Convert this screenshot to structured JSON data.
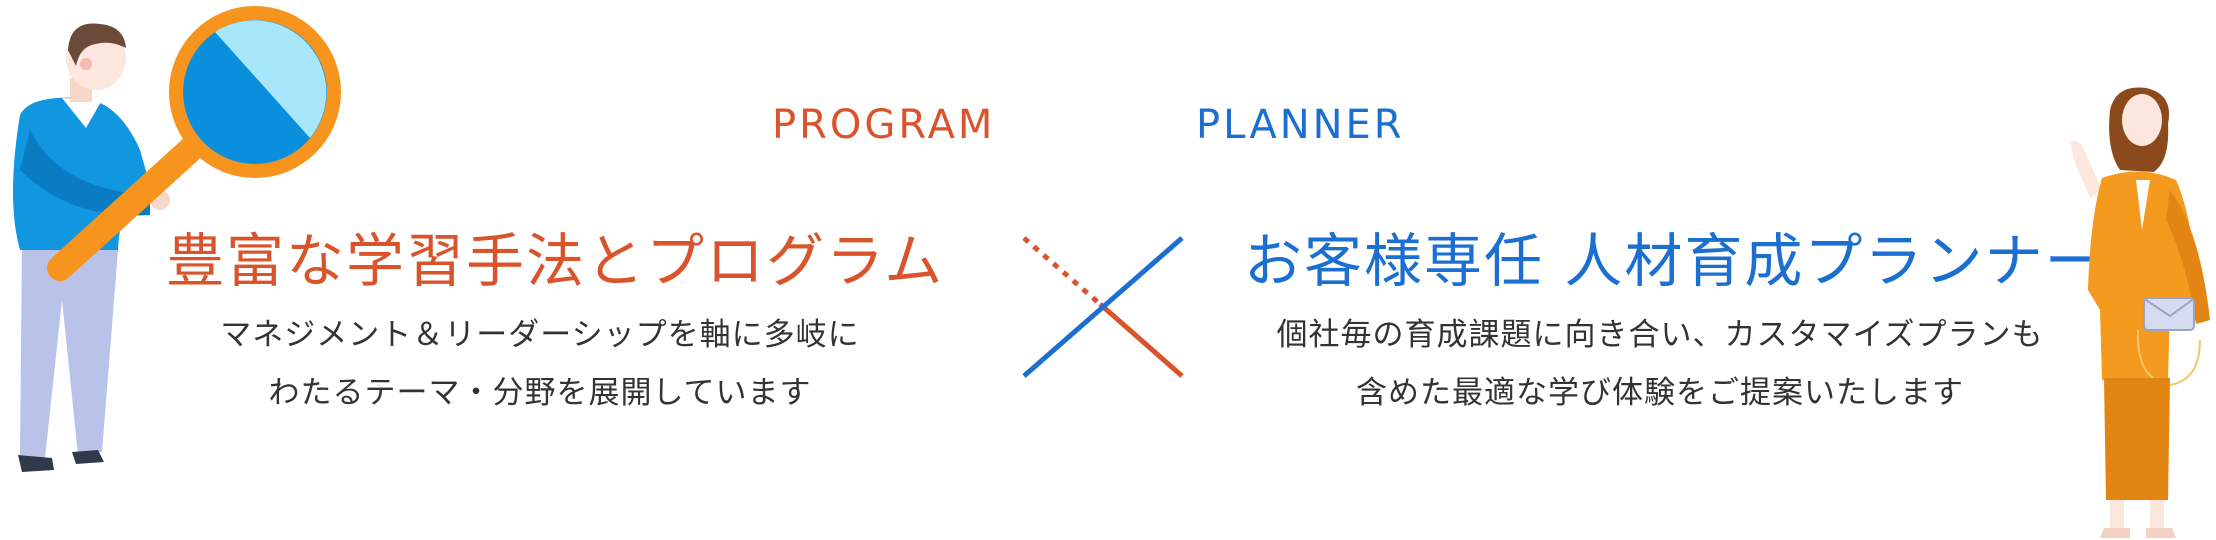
{
  "theme": {
    "orange": "#d9542a",
    "blue": "#1a6fd1"
  },
  "left": {
    "eyebrow": "PROGRAM",
    "headline": "豊富な学習手法とプログラム",
    "description_line1": "マネジメント＆リーダーシップを軸に多岐に",
    "description_line2": "わたるテーマ・分野を展開しています"
  },
  "right": {
    "eyebrow": "PLANNER",
    "headline": "お客様専任 人材育成プランナー",
    "description_line1": "個社毎の育成課題に向き合い、カスタマイズプランも",
    "description_line2": "含めた最適な学び体験をご提案いたします"
  },
  "icons": {
    "cross": "cross-multiply-icon",
    "left_illustration": "person-with-magnifier-illustration",
    "right_illustration": "businesswoman-illustration"
  }
}
